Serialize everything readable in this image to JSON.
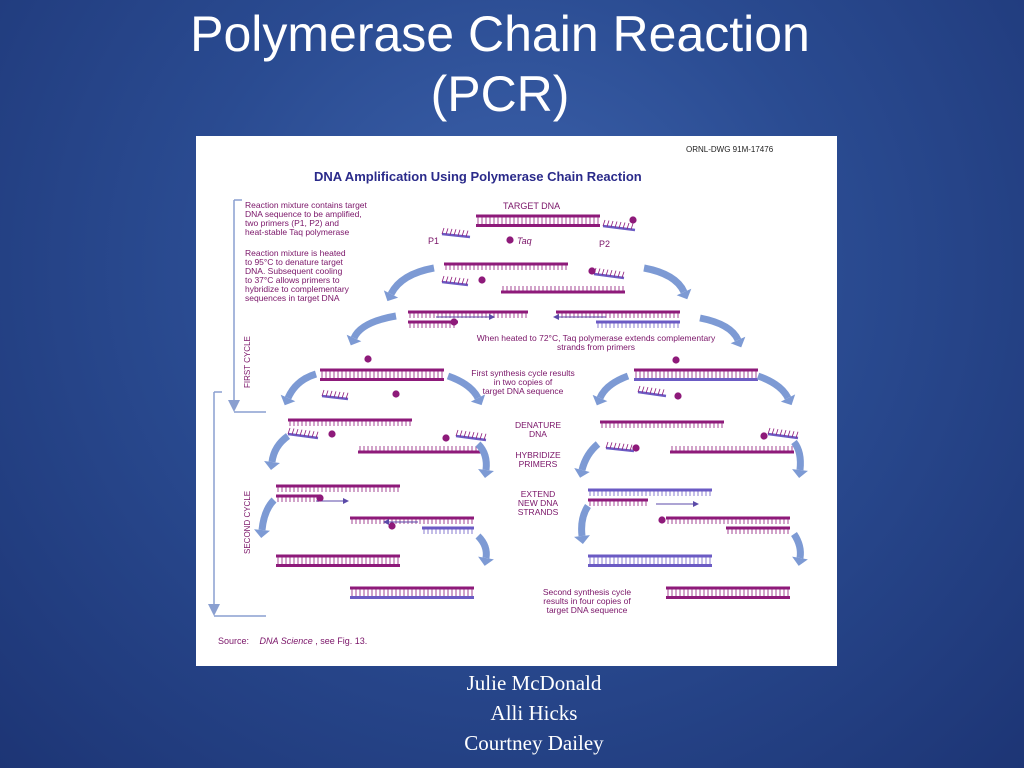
{
  "slide": {
    "title_line1": "Polymerase Chain Reaction",
    "title_line2": "(PCR)",
    "authors": [
      "Julie McDonald",
      "Alli Hicks",
      "Courtney Dailey"
    ]
  },
  "figure": {
    "drawing_id": "ORNL-DWG 91M-17476",
    "heading": "DNA Amplification Using Polymerase Chain Reaction",
    "target_dna": "TARGET DNA",
    "taq": "Taq",
    "p1": "P1",
    "p2": "P2",
    "notes": [
      [
        "Reaction mixture contains target",
        "DNA sequence to be amplified,",
        "two primers (P1, P2) and",
        "heat-stable Taq polymerase"
      ],
      [
        "Reaction mixture is heated",
        "to 95°C to denature target",
        "DNA. Subsequent cooling",
        "to 37°C allows primers to",
        "hybridize to complementary",
        "sequences in target DNA"
      ]
    ],
    "extend_note": [
      "When heated to 72°C, Taq polymerase extends complementary",
      "strands from primers"
    ],
    "first_result": [
      "First synthesis cycle results",
      "in two copies of",
      "target DNA sequence"
    ],
    "steps": [
      [
        "DENATURE",
        "DNA"
      ],
      [
        "HYBRIDIZE",
        "PRIMERS"
      ],
      [
        "EXTEND",
        "NEW DNA",
        "STRANDS"
      ]
    ],
    "second_result": [
      "Second synthesis cycle",
      "results in four copies of",
      "target DNA sequence"
    ],
    "first_cycle": "FIRST CYCLE",
    "second_cycle": "SECOND CYCLE",
    "source_prefix": "Source:",
    "source_title": "DNA Science",
    "source_suffix": ", see Fig. 13."
  },
  "colors": {
    "strand": "#8e1a7a",
    "strand_blue": "#6b5bc4",
    "arrow": "#7d9ad4",
    "label_text": "#7a1468",
    "heading_text": "#2a2a8a"
  }
}
